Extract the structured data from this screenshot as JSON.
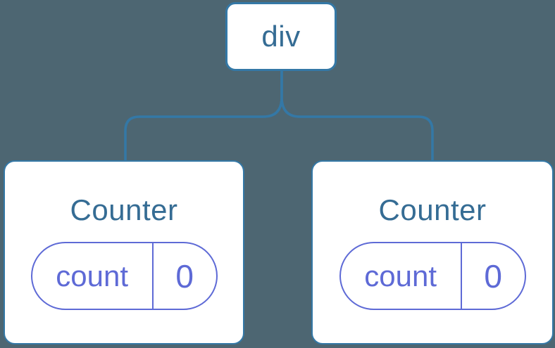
{
  "diagram": {
    "type": "component-tree",
    "colors": {
      "background": "#4D6672",
      "line": "#3478A6",
      "node_text": "#356C94",
      "state_accent": "#5E6AD6",
      "node_bg": "#FFFFFF"
    },
    "root": {
      "label": "div"
    },
    "children": [
      {
        "title": "Counter",
        "state": {
          "key": "count",
          "value": "0"
        }
      },
      {
        "title": "Counter",
        "state": {
          "key": "count",
          "value": "0"
        }
      }
    ]
  }
}
